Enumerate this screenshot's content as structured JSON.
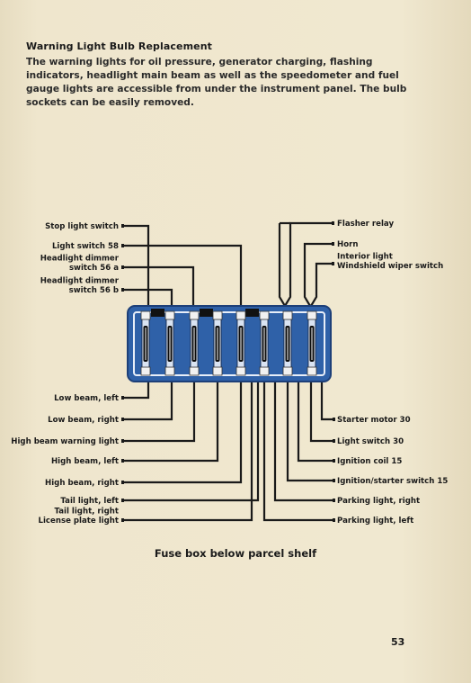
{
  "section": {
    "title": "Warning Light Bulb Replacement",
    "body": "The warning lights for oil pressure, generator charging, flashing indicators, headlight main beam as well as the speedometer and fuel gauge lights are accessible from under the instrument panel. The bulb sockets can be easily removed."
  },
  "diagram": {
    "caption": "Fuse box below parcel shelf",
    "colors": {
      "fusebox": "#2f61a8",
      "fusebox_border": "#1d3f78",
      "wire": "#1a1a1a"
    },
    "top_left_labels": [
      {
        "text": [
          "Stop light switch"
        ]
      },
      {
        "text": [
          "Light switch 58"
        ]
      },
      {
        "text": [
          "Headlight dimmer",
          "switch 56 a"
        ]
      },
      {
        "text": [
          "Headlight dimmer",
          "switch 56 b"
        ]
      }
    ],
    "top_right_labels": [
      {
        "text": [
          "Flasher relay"
        ]
      },
      {
        "text": [
          "Horn"
        ]
      },
      {
        "text": [
          "Interior light",
          "Windshield wiper switch"
        ]
      }
    ],
    "bottom_left_labels": [
      {
        "text": [
          "Low beam, left"
        ]
      },
      {
        "text": [
          "Low beam, right"
        ]
      },
      {
        "text": [
          "High beam warning light"
        ]
      },
      {
        "text": [
          "High beam, left"
        ]
      },
      {
        "text": [
          "High beam, right"
        ]
      },
      {
        "text": [
          "Tail light, left"
        ]
      },
      {
        "text": [
          "Tail light, right",
          "License plate light"
        ]
      }
    ],
    "bottom_right_labels": [
      {
        "text": [
          "Starter motor 30"
        ]
      },
      {
        "text": [
          "Light switch 30"
        ]
      },
      {
        "text": [
          "Ignition coil 15"
        ]
      },
      {
        "text": [
          "Ignition/starter switch 15"
        ]
      },
      {
        "text": [
          "Parking light, right"
        ]
      },
      {
        "text": [
          "Parking light, left"
        ]
      }
    ]
  },
  "page_number": "53"
}
